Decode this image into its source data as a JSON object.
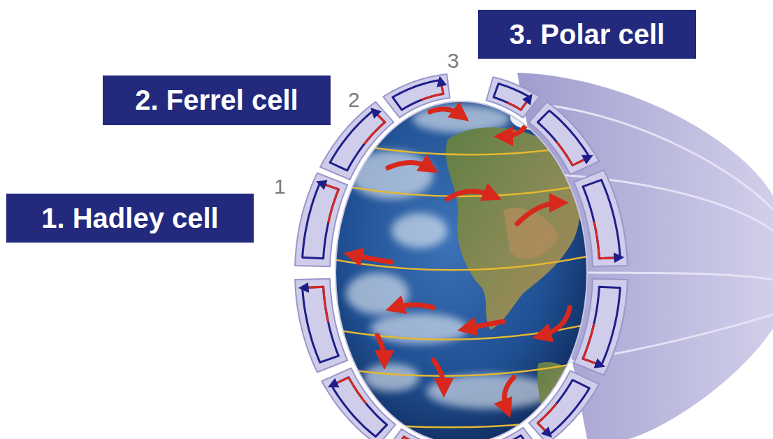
{
  "diagram": {
    "nodes": [
      {
        "text": [
          "3. Polar cell"
        ]
      },
      {
        "text": [
          "2. Ferrel cell"
        ]
      },
      {
        "text": [
          "1. Hadley cell"
        ]
      }
    ],
    "labels": [
      "3",
      "2",
      "1"
    ]
  }
}
